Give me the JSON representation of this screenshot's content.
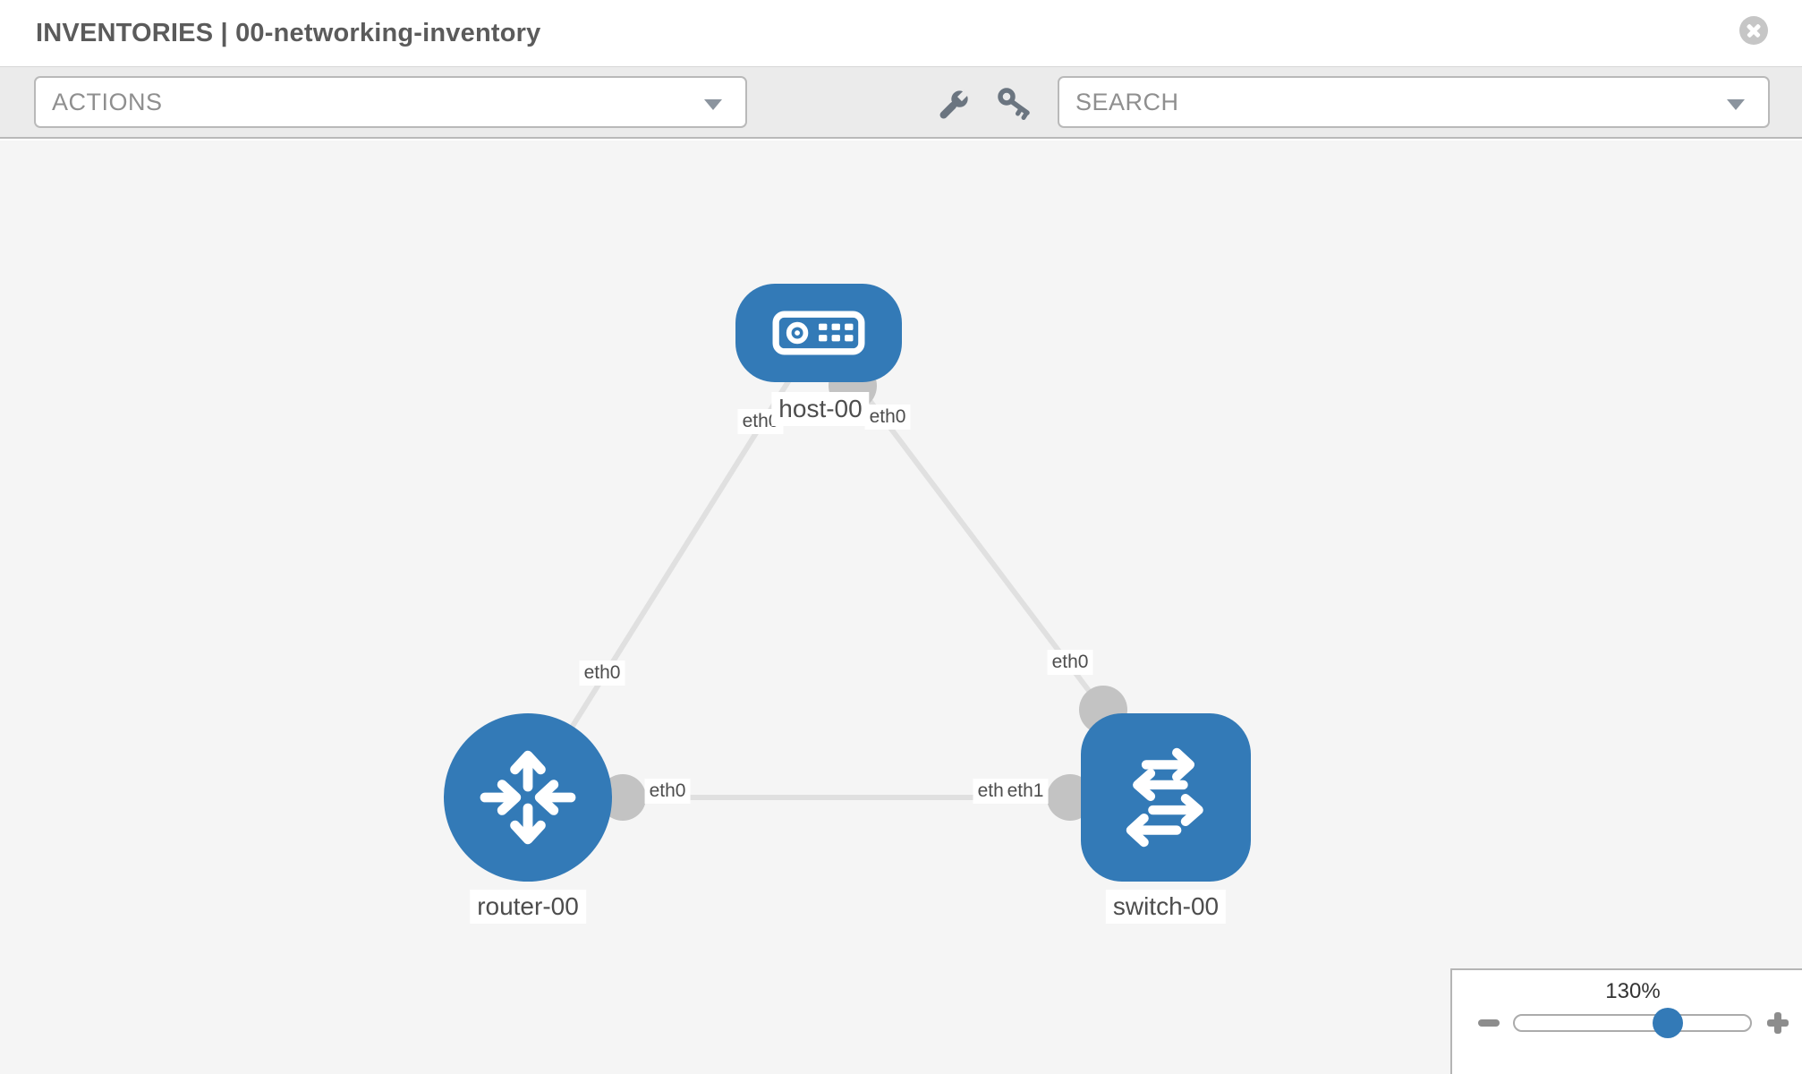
{
  "header": {
    "title": "INVENTORIES | 00-networking-inventory"
  },
  "toolbar": {
    "actions_label": "ACTIONS",
    "search_label": "SEARCH"
  },
  "canvas": {
    "nodes": [
      {
        "label": "host-00",
        "type": "host"
      },
      {
        "label": "router-00",
        "type": "router"
      },
      {
        "label": "switch-00",
        "type": "switch"
      }
    ],
    "links": [
      {
        "from": "host-00",
        "to": "router-00",
        "from_if": "eth0",
        "to_if": "eth0"
      },
      {
        "from": "host-00",
        "to": "switch-00",
        "from_if": "eth0",
        "to_if": "eth0"
      },
      {
        "from": "router-00",
        "to": "switch-00",
        "from_if": "eth0",
        "to_if": "eth1",
        "to_if_hidden": "eth0"
      }
    ]
  },
  "zoom_control": {
    "level": "130%"
  },
  "colors": {
    "node_blue": "#337ab7",
    "interface_gray": "#c3c3c3",
    "link_gray": "#e0e0e0",
    "toolbar_bg": "#ebebeb"
  }
}
